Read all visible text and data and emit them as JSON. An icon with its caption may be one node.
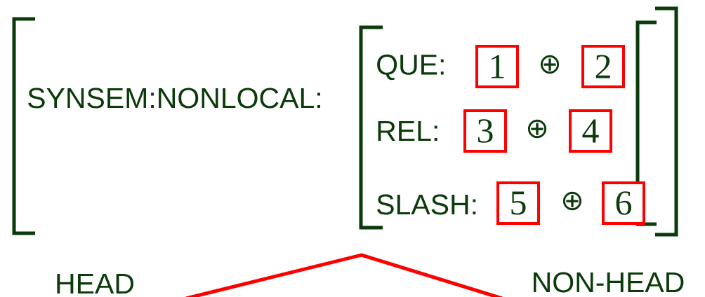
{
  "diagram": {
    "nodes": [
      {
        "text": [
          "1"
        ]
      },
      {
        "text": [
          "2"
        ]
      },
      {
        "text": [
          "3"
        ]
      },
      {
        "text": [
          "4"
        ]
      },
      {
        "text": [
          "5"
        ]
      },
      {
        "text": [
          "6"
        ]
      }
    ],
    "labels": [
      "SYNSEM:NONLOCAL:",
      "QUE:",
      "⊕",
      "REL:",
      "⊕",
      "SLASH:",
      "⊕",
      "HEAD",
      "NON-HEAD"
    ]
  }
}
